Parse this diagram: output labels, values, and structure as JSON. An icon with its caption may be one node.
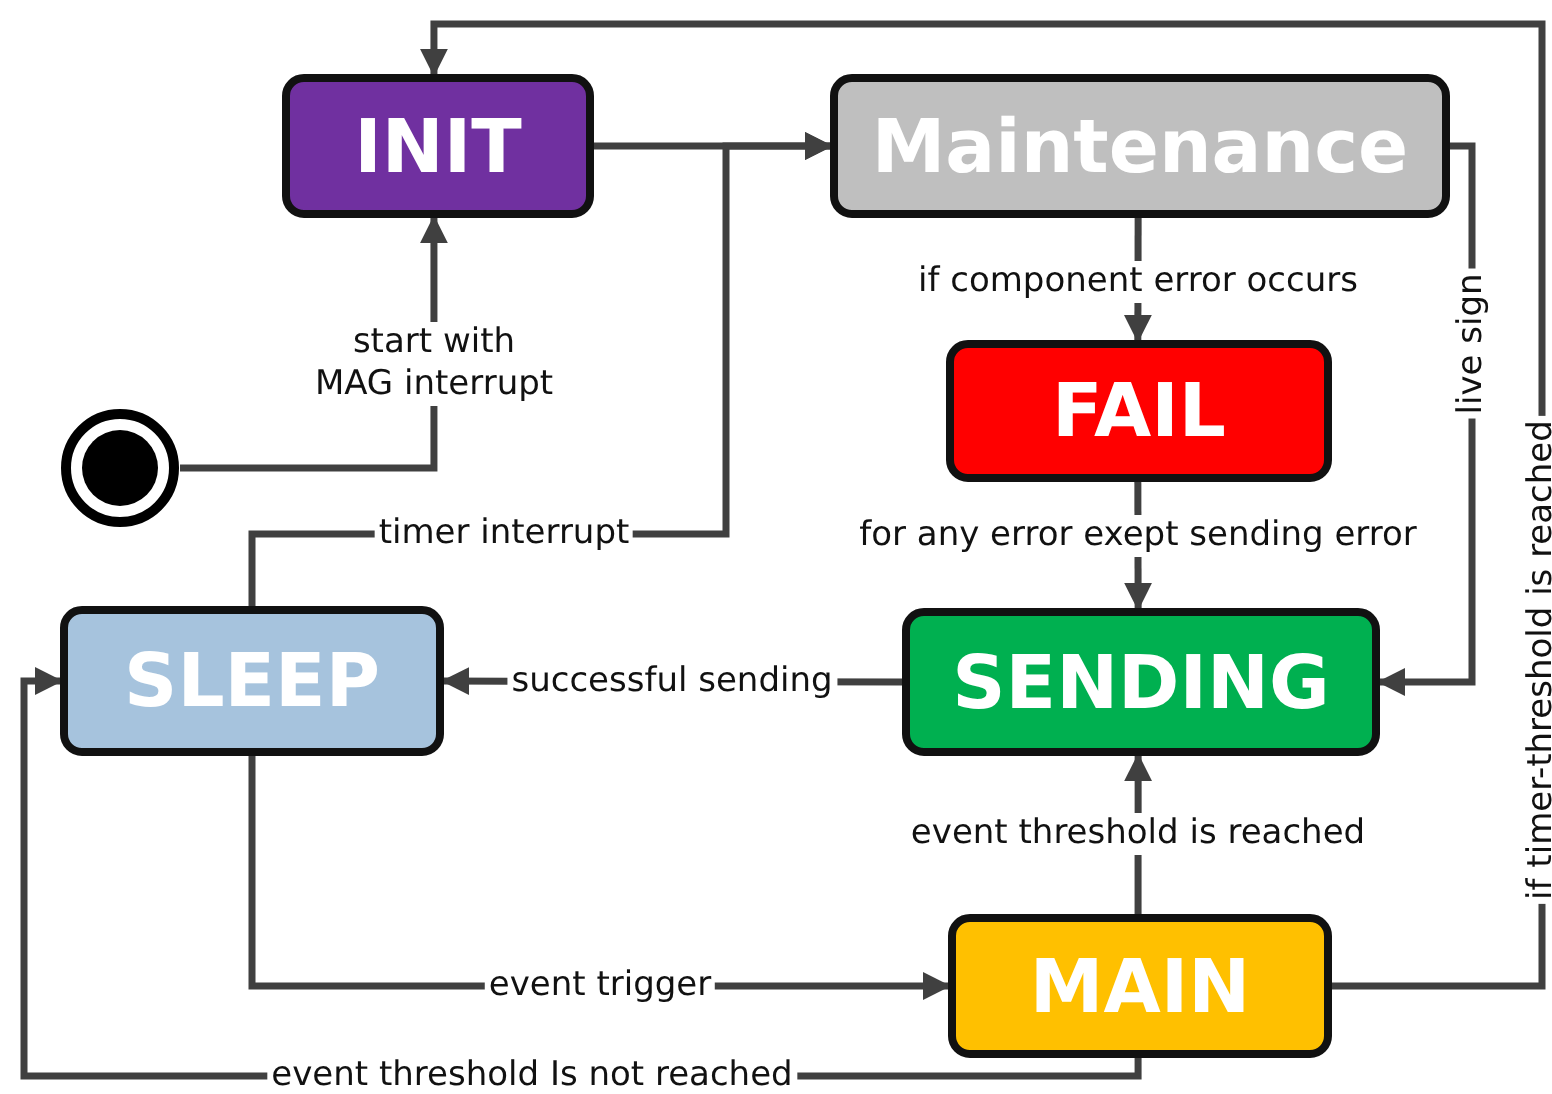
{
  "diagram": {
    "nodes": [
      {
        "text": [
          "INIT"
        ]
      },
      {
        "text": [
          "Maintenance"
        ]
      },
      {
        "text": [
          "FAIL"
        ]
      },
      {
        "text": [
          "SLEEP"
        ]
      },
      {
        "text": [
          "SENDING"
        ]
      },
      {
        "text": [
          "MAIN"
        ]
      },
      {
        "text": [],
        "shape": "circle"
      }
    ],
    "edges": [
      {
        "from": 6,
        "to": 0,
        "arrow": "to",
        "label": "start with MAG interrupt"
      },
      {
        "from": 0,
        "to": 1,
        "arrow": "to"
      },
      {
        "from": 3,
        "to": 1,
        "arrow": "to",
        "label": "timer interrupt"
      },
      {
        "from": 1,
        "to": 2,
        "arrow": "to",
        "label": "if component error occurs"
      },
      {
        "from": 2,
        "to": 4,
        "arrow": "to",
        "label": "for any error exept sending error"
      },
      {
        "from": 1,
        "to": 4,
        "arrow": "to",
        "label": "live sign"
      },
      {
        "from": 4,
        "to": 3,
        "arrow": "to",
        "label": "successful sending"
      },
      {
        "from": 5,
        "to": 4,
        "arrow": "to",
        "label": "event threshold is reached"
      },
      {
        "from": 3,
        "to": 5,
        "arrow": "to",
        "label": "event trigger"
      },
      {
        "from": 5,
        "to": 3,
        "arrow": "to",
        "label": "event threshold Is not reached"
      },
      {
        "from": 5,
        "to": 0,
        "arrow": "to",
        "label": "if timer-threshold is reached"
      }
    ]
  }
}
